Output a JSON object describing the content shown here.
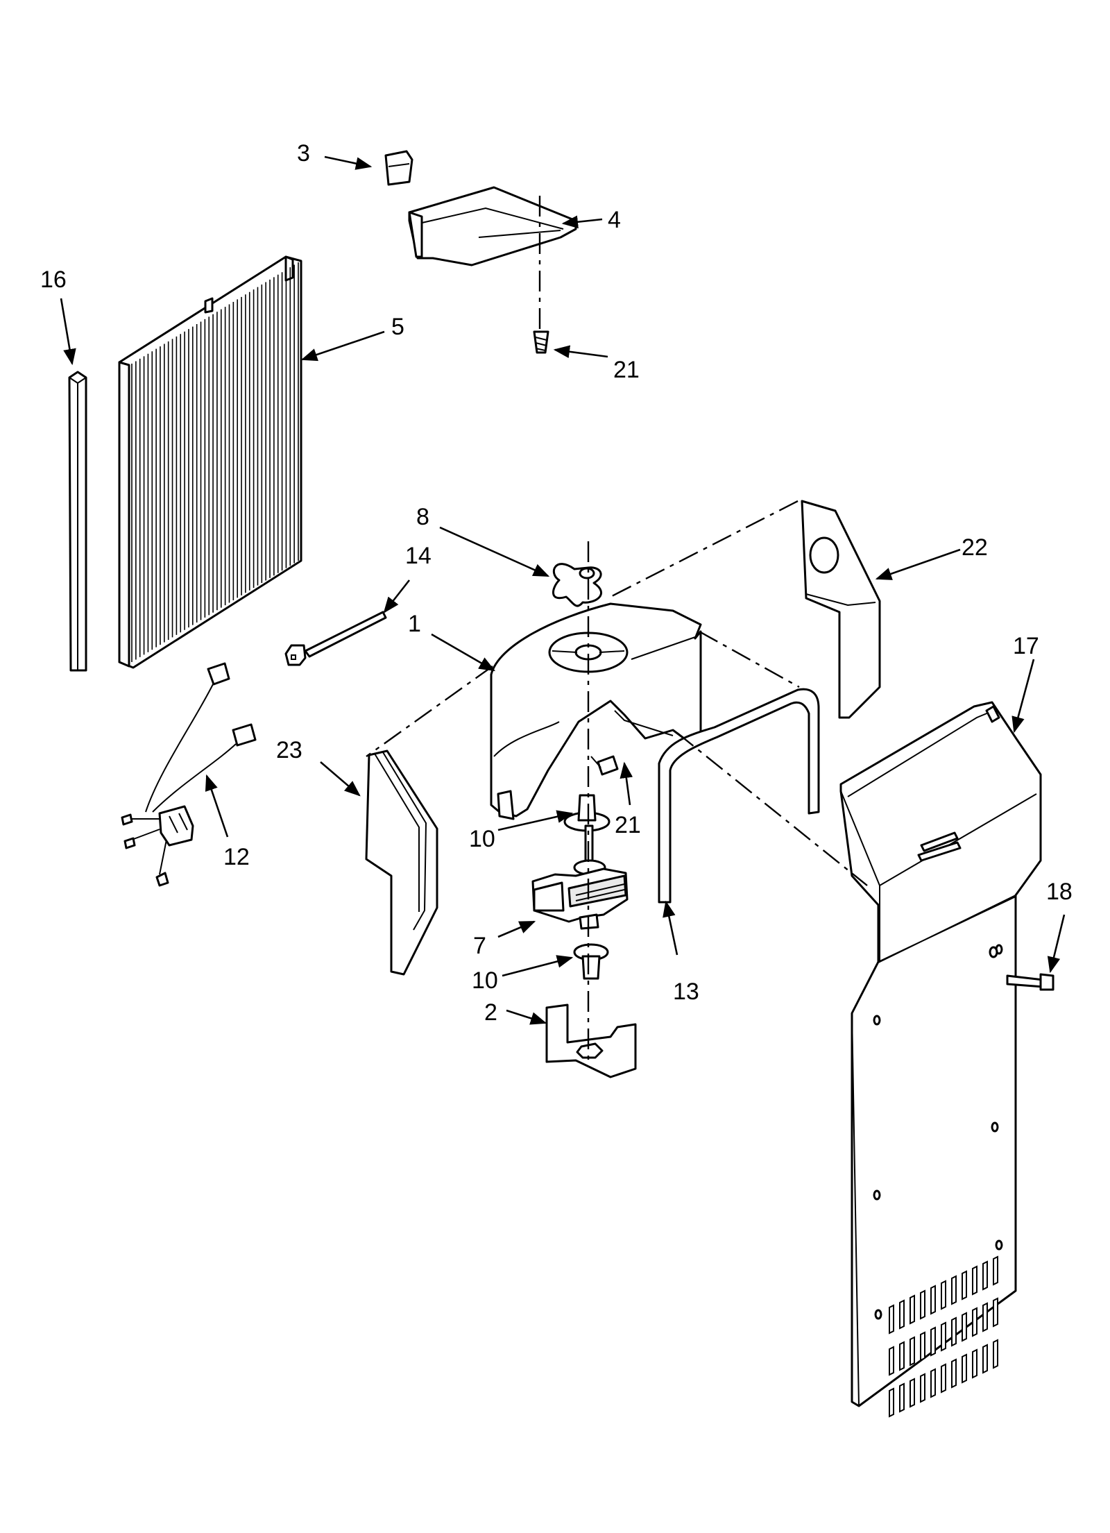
{
  "diagram": {
    "callouts": [
      "1",
      "2",
      "3",
      "4",
      "5",
      "7",
      "8",
      "10",
      "10",
      "12",
      "13",
      "14",
      "16",
      "17",
      "18",
      "21",
      "21",
      "22",
      "23"
    ]
  }
}
